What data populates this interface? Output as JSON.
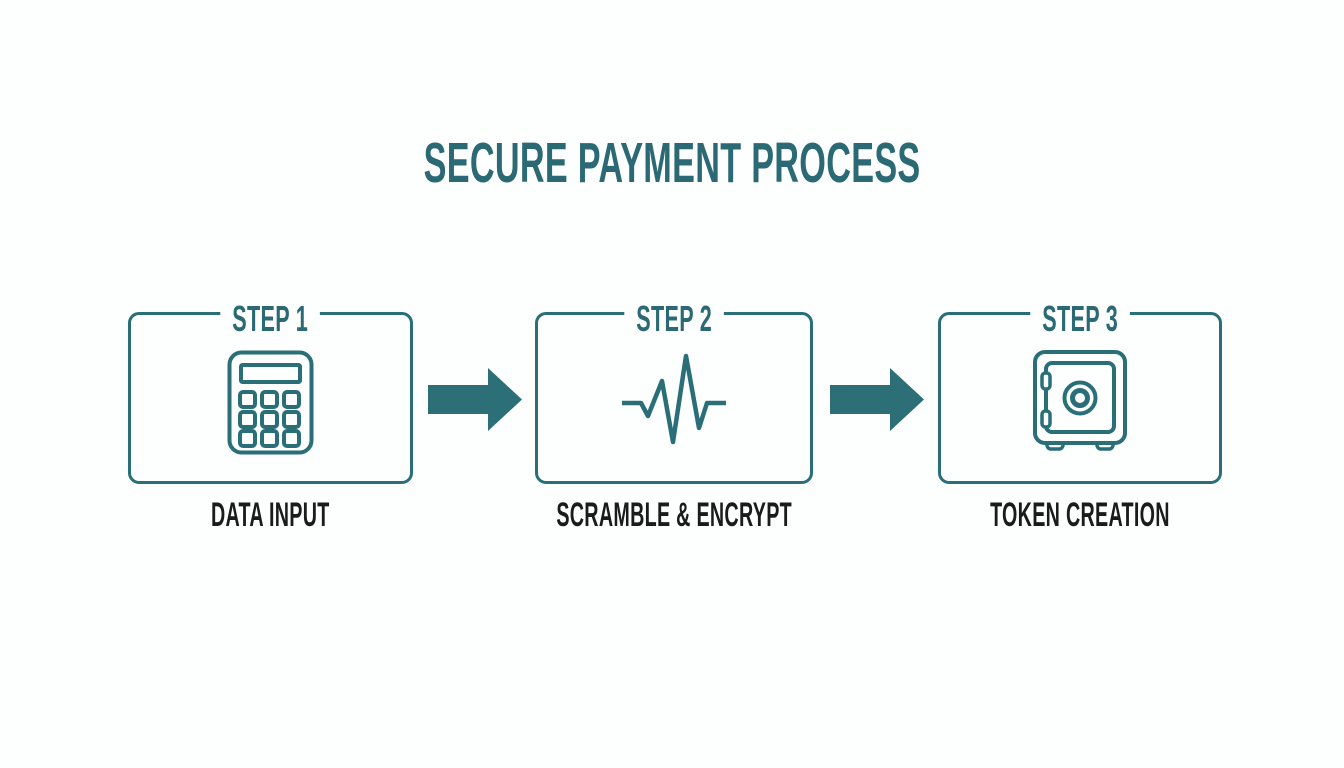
{
  "title": "SECURE PAYMENT PROCESS",
  "steps": [
    {
      "label": "STEP 1",
      "caption": "DATA INPUT",
      "icon": "calculator-icon"
    },
    {
      "label": "STEP 2",
      "caption": "SCRAMBLE & ENCRYPT",
      "icon": "waveform-icon"
    },
    {
      "label": "STEP 3",
      "caption": "TOKEN CREATION",
      "icon": "safe-icon"
    }
  ],
  "connectors": [
    {
      "icon": "arrow-right-icon",
      "from": "STEP 1",
      "to": "STEP 2"
    },
    {
      "icon": "arrow-right-icon",
      "from": "STEP 2",
      "to": "STEP 3"
    }
  ],
  "colors": {
    "accent_teal": "#2a6f78",
    "title_teal": "#2b6a74",
    "arrow_teal": "#2d6f76",
    "caption_black": "#1b1b1b",
    "background": "#fdfefe"
  }
}
